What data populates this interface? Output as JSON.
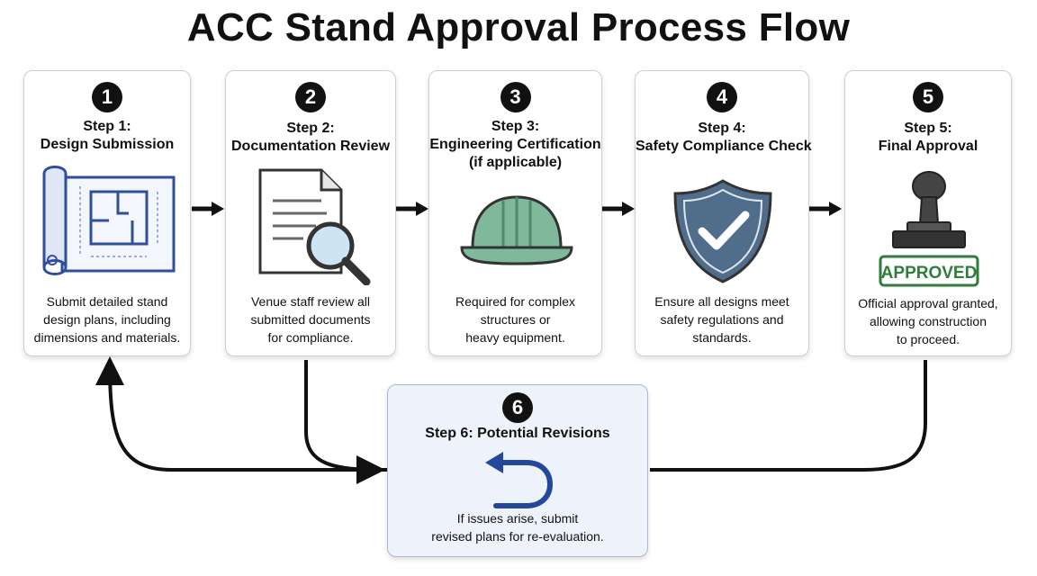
{
  "title": "ACC Stand Approval Process Flow",
  "steps": [
    {
      "number": "1",
      "title_lines": [
        "Step 1:",
        "Design Submission"
      ],
      "desc_lines": [
        "Submit detailed stand",
        "design plans, including",
        "dimensions and materials."
      ],
      "icon": "blueprint-icon"
    },
    {
      "number": "2",
      "title_lines": [
        "Step 2:",
        "Documentation Review"
      ],
      "desc_lines": [
        "Venue staff review all",
        "submitted documents",
        "for compliance."
      ],
      "icon": "document-magnifier-icon"
    },
    {
      "number": "3",
      "title_lines": [
        "Step 3:",
        "Engineering Certification",
        "(if applicable)"
      ],
      "desc_lines": [
        "Required for complex",
        "structures or",
        "heavy equipment."
      ],
      "icon": "hard-hat-icon"
    },
    {
      "number": "4",
      "title_lines": [
        "Step 4:",
        "Safety Compliance Check"
      ],
      "desc_lines": [
        "Ensure all designs meet",
        "safety regulations and",
        "standards."
      ],
      "icon": "shield-check-icon"
    },
    {
      "number": "5",
      "title_lines": [
        "Step 5:",
        "Final Approval"
      ],
      "desc_lines": [
        "Official approval granted,",
        "allowing construction",
        "to proceed."
      ],
      "icon": "approval-stamp-icon",
      "stamp_text": "APPROVED"
    },
    {
      "number": "6",
      "title_lines": [
        "Step 6: Potential Revisions"
      ],
      "desc_lines": [
        "If issues arise, submit",
        "revised plans for re-evaluation."
      ],
      "icon": "undo-arrow-icon"
    }
  ],
  "colors": {
    "blueprint": "#2f4f9e",
    "hard_hat": "#7fb89a",
    "shield": "#506d8c",
    "stamp_green": "#2e7d3a",
    "revision_bg": "#eef3fb",
    "revision_arrow": "#23479a"
  }
}
